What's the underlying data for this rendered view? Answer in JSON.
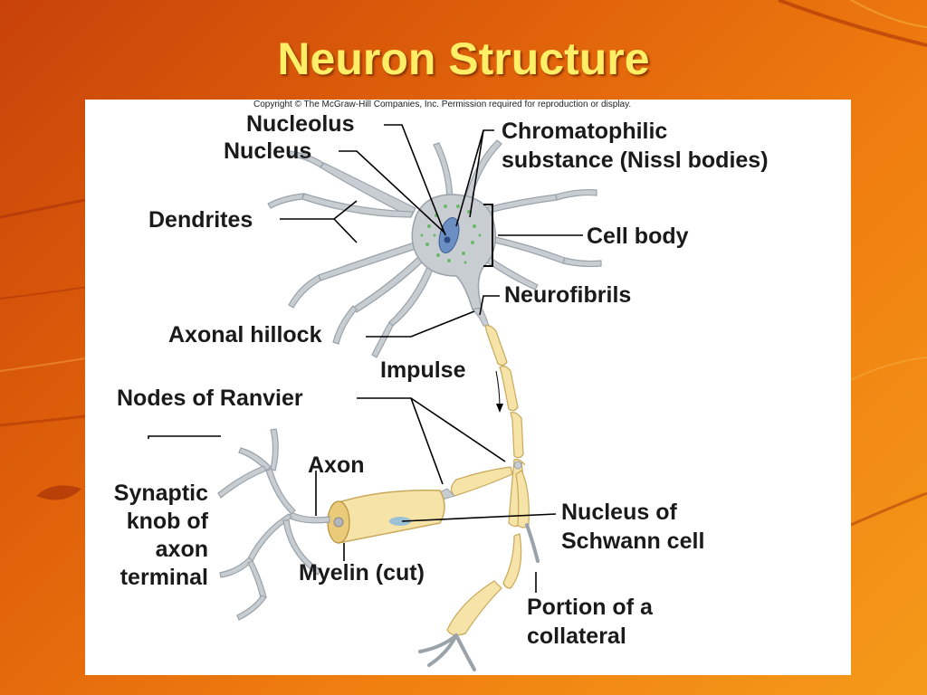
{
  "slide": {
    "title": "Neuron Structure"
  },
  "figure": {
    "copyright": "Copyright © The McGraw-Hill Companies, Inc. Permission required for reproduction or display.",
    "labels": {
      "nucleolus": "Nucleolus",
      "nucleus": "Nucleus",
      "chromatophilic_line1": "Chromatophilic",
      "chromatophilic_line2": "substance (Nissl bodies)",
      "dendrites": "Dendrites",
      "cell_body": "Cell body",
      "neurofibrils": "Neurofibrils",
      "axonal_hillock": "Axonal hillock",
      "impulse": "Impulse",
      "nodes_of_ranvier": "Nodes of Ranvier",
      "axon": "Axon",
      "synaptic_line1": "Synaptic",
      "synaptic_line2": "knob of",
      "synaptic_line3": "axon",
      "synaptic_line4": "terminal",
      "nucleus_schwann_line1": "Nucleus of",
      "nucleus_schwann_line2": "Schwann cell",
      "myelin": "Myelin (cut)",
      "collateral_line1": "Portion of a",
      "collateral_line2": "collateral"
    }
  },
  "colors": {
    "background": "#e0620a",
    "title": "#ffee66",
    "neuron": "#c8cdd2",
    "myelin": "#f6e3a8",
    "nucleus": "#6b8fc2",
    "nissl": "#6bb86b"
  }
}
